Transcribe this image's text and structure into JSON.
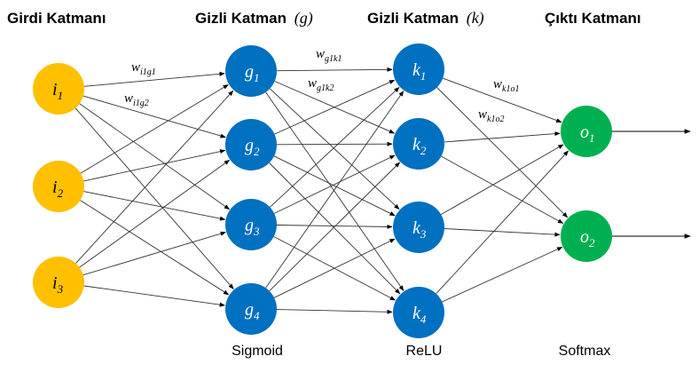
{
  "headers": {
    "input": {
      "title": "Girdi Katmanı",
      "var": ""
    },
    "hidden1": {
      "title": "Gizli Katman",
      "var": "(g)"
    },
    "hidden2": {
      "title": "Gizli Katman",
      "var": "(k)"
    },
    "output": {
      "title": "Çıktı Katmanı",
      "var": ""
    }
  },
  "layers": [
    {
      "key": "input",
      "color": "#FFC000",
      "text_color": "#000000",
      "nodes": [
        {
          "base": "i",
          "sub": "1"
        },
        {
          "base": "i",
          "sub": "2"
        },
        {
          "base": "i",
          "sub": "3"
        }
      ]
    },
    {
      "key": "hidden1",
      "color": "#0070C0",
      "text_color": "#ffffff",
      "nodes": [
        {
          "base": "g",
          "sub": "1"
        },
        {
          "base": "g",
          "sub": "2"
        },
        {
          "base": "g",
          "sub": "3"
        },
        {
          "base": "g",
          "sub": "4"
        }
      ]
    },
    {
      "key": "hidden2",
      "color": "#0070C0",
      "text_color": "#ffffff",
      "nodes": [
        {
          "base": "k",
          "sub": "1"
        },
        {
          "base": "k",
          "sub": "2"
        },
        {
          "base": "k",
          "sub": "3"
        },
        {
          "base": "k",
          "sub": "4"
        }
      ]
    },
    {
      "key": "output",
      "color": "#00B050",
      "text_color": "#ffffff",
      "nodes": [
        {
          "base": "o",
          "sub": "1"
        },
        {
          "base": "o",
          "sub": "2"
        }
      ]
    }
  ],
  "activations": {
    "hidden1": "Sigmoid",
    "hidden2": "ReLU",
    "output": "Softmax"
  },
  "weight_labels": [
    {
      "id": "w-i1g1",
      "base": "w",
      "sub": "i1g1"
    },
    {
      "id": "w-i1g2",
      "base": "w",
      "sub": "i1g2"
    },
    {
      "id": "w-g1k1",
      "base": "w",
      "sub": "g1k1"
    },
    {
      "id": "w-g1k2",
      "base": "w",
      "sub": "g1k2"
    },
    {
      "id": "w-k1o1",
      "base": "w",
      "sub": "k1o1"
    },
    {
      "id": "w-k1o2",
      "base": "w",
      "sub": "k1o2"
    }
  ]
}
